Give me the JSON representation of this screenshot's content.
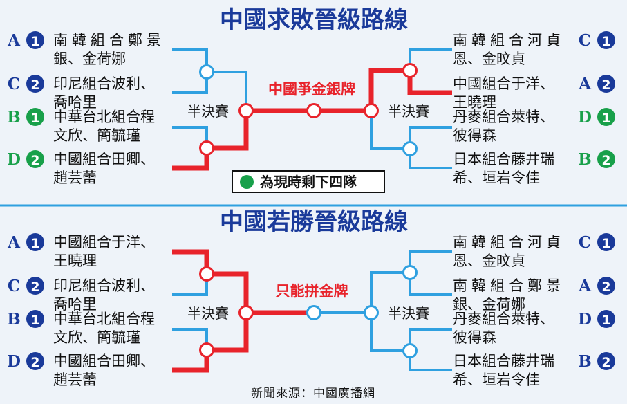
{
  "colors": {
    "background": "#eef3f9",
    "title": "#1a3a9a",
    "red": "#e8232b",
    "blue": "#2fa0e0",
    "green": "#18a04a",
    "navy": "#1a3a9a",
    "divider": "#2fa0e0",
    "text": "#111111"
  },
  "icons": {
    "dot": "circle-badge-icon",
    "node": "bracket-node-icon",
    "legend": "green-dot-icon"
  },
  "common": {
    "semifinal": "半決賽"
  },
  "panels": [
    {
      "title": "中國求敗晉級路線",
      "center_label": "中國爭金銀牌",
      "legend_text": "為現時剩下四隊",
      "left": [
        {
          "group": "A",
          "rank": "1",
          "line1": "南韓組合鄭景",
          "line2": "銀、金荷娜",
          "color": "navy",
          "path": "blue",
          "spaced": true
        },
        {
          "group": "C",
          "rank": "2",
          "line1": "印尼組合波利、",
          "line2": "喬哈里",
          "color": "navy",
          "path": "blue",
          "spaced": false
        },
        {
          "group": "B",
          "rank": "1",
          "line1": "中華台北組合程",
          "line2": "文欣、簡毓瑾",
          "color": "green",
          "path": "blue",
          "spaced": false
        },
        {
          "group": "D",
          "rank": "2",
          "line1": "中國組合田卿、",
          "line2": "趙芸蕾",
          "color": "green",
          "path": "red",
          "spaced": false
        }
      ],
      "right": [
        {
          "group": "C",
          "rank": "1",
          "line1": "南韓組合河貞",
          "line2": "恩、金旼貞",
          "color": "navy",
          "path": "blue",
          "spaced": true
        },
        {
          "group": "A",
          "rank": "2",
          "line1": "中國組合于洋、",
          "line2": "王曉理",
          "color": "navy",
          "path": "red",
          "spaced": false
        },
        {
          "group": "D",
          "rank": "1",
          "line1": "丹麥組合萊特、",
          "line2": "彼得森",
          "color": "green",
          "path": "blue",
          "spaced": false
        },
        {
          "group": "B",
          "rank": "2",
          "line1": "日本組合藤井瑞",
          "line2": "希、垣岩令佳",
          "color": "green",
          "path": "blue",
          "spaced": false
        }
      ],
      "winners": {
        "left_top": "blue",
        "left_bottom": "red",
        "right_top": "red",
        "right_bottom": "blue",
        "center_left": "red",
        "center_right": "red"
      }
    },
    {
      "title": "中國若勝晉級路線",
      "center_label": "只能拼金牌",
      "legend_text": "",
      "left": [
        {
          "group": "A",
          "rank": "1",
          "line1": "中國組合于洋、",
          "line2": "王曉理",
          "color": "navy",
          "path": "red",
          "spaced": false
        },
        {
          "group": "C",
          "rank": "2",
          "line1": "印尼組合波利、",
          "line2": "喬哈里",
          "color": "navy",
          "path": "blue",
          "spaced": false
        },
        {
          "group": "B",
          "rank": "1",
          "line1": "中華台北組合程",
          "line2": "文欣、簡毓瑾",
          "color": "navy",
          "path": "blue",
          "spaced": false
        },
        {
          "group": "D",
          "rank": "2",
          "line1": "中國組合田卿、",
          "line2": "趙芸蕾",
          "color": "navy",
          "path": "red",
          "spaced": false
        }
      ],
      "right": [
        {
          "group": "C",
          "rank": "1",
          "line1": "南韓組合河貞",
          "line2": "恩、金旼貞",
          "color": "navy",
          "path": "blue",
          "spaced": true
        },
        {
          "group": "A",
          "rank": "2",
          "line1": "南韓組合鄭景",
          "line2": "銀、金荷娜",
          "color": "navy",
          "path": "blue",
          "spaced": true
        },
        {
          "group": "D",
          "rank": "1",
          "line1": "丹麥組合萊特、",
          "line2": "彼得森",
          "color": "navy",
          "path": "blue",
          "spaced": false
        },
        {
          "group": "B",
          "rank": "2",
          "line1": "日本組合藤井瑞",
          "line2": "希、垣岩令佳",
          "color": "navy",
          "path": "blue",
          "spaced": false
        }
      ],
      "winners": {
        "left_top": "red",
        "left_bottom": "red",
        "right_top": "blue",
        "right_bottom": "blue",
        "center_left": "red",
        "center_right": "blue"
      }
    }
  ],
  "source": "新聞來源：中國廣播網"
}
